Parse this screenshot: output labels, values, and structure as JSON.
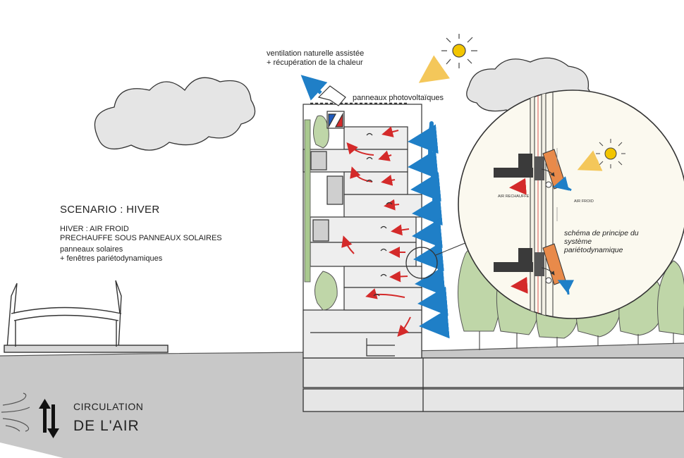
{
  "labels": {
    "ventilation_line1": "ventilation naturelle assistée",
    "ventilation_line2": "+ récupération de la chaleur",
    "panneaux_pv": "panneaux photovoltaïques",
    "scenario_title": "SCENARIO : HIVER",
    "hiver_line1": "HIVER : AIR FROID",
    "hiver_line2": "PRECHAUFFE SOUS PANNEAUX SOLAIRES",
    "panneaux_line1": "panneaux solaires",
    "panneaux_line2": "+ fenêtres pariétodynamiques",
    "circulation_line1": "CIRCULATION",
    "circulation_line2": "DE L'AIR",
    "air_rechauffe": "AIR RECHAUFFE",
    "air_froid": "AIR FROID",
    "schema_line1": "schéma de principe du",
    "schema_line2": "système",
    "schema_line3": "pariétodynamique"
  },
  "icons": [
    "sun-icon",
    "cloud-icon",
    "wind-icon",
    "up-down-arrows-icon",
    "tree-icon"
  ],
  "colors": {
    "warm_air": "#d42a2a",
    "cold_air": "#1f7fc7",
    "sun": "#f2c500",
    "sun_arrow": "#f4c75a",
    "trees": "#bfd6a8",
    "ground": "#c8c8c8",
    "clouds": "#e5e5e5",
    "detail_circle": "#fbf9ef"
  }
}
